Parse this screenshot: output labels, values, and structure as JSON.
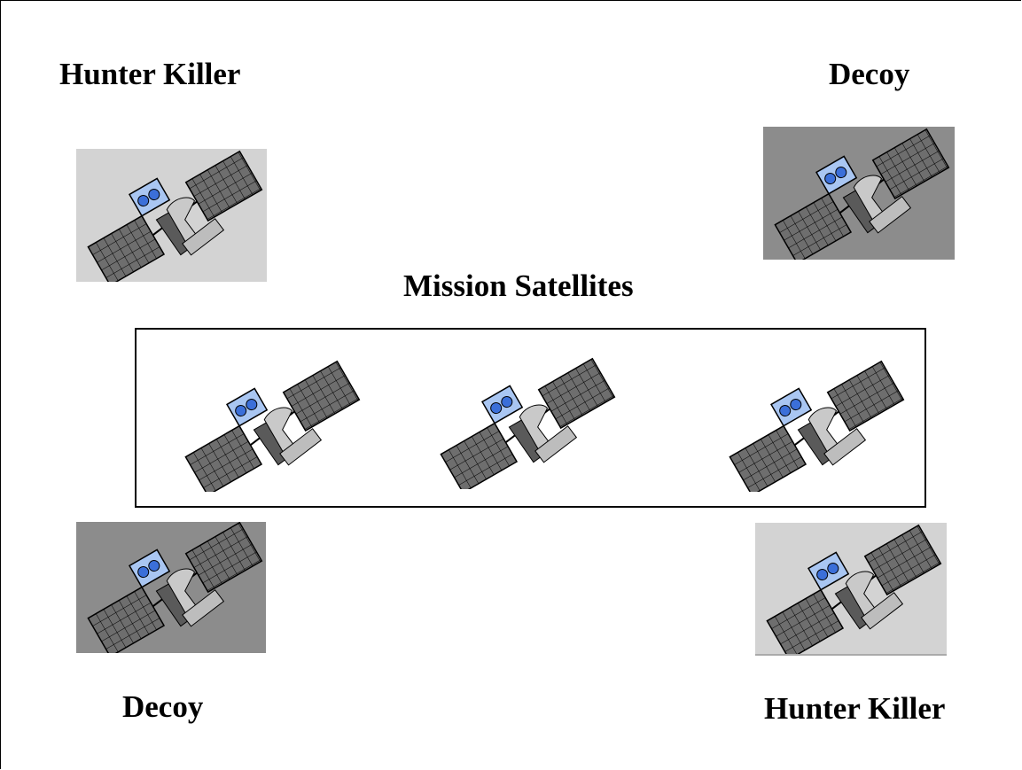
{
  "labels": {
    "hunter_killer_top": "Hunter Killer",
    "decoy_top": "Decoy",
    "mission_satellites": "Mission Satellites",
    "decoy_bottom": "Decoy",
    "hunter_killer_bottom": "Hunter Killer"
  },
  "icons": {
    "satellite": "satellite-icon"
  },
  "colors": {
    "tile_light": "#d3d3d3",
    "tile_dark": "#8c8c8c",
    "panel": "#6e6e6e",
    "camera": "#a9c6f2",
    "lens": "#3b6fd9"
  }
}
